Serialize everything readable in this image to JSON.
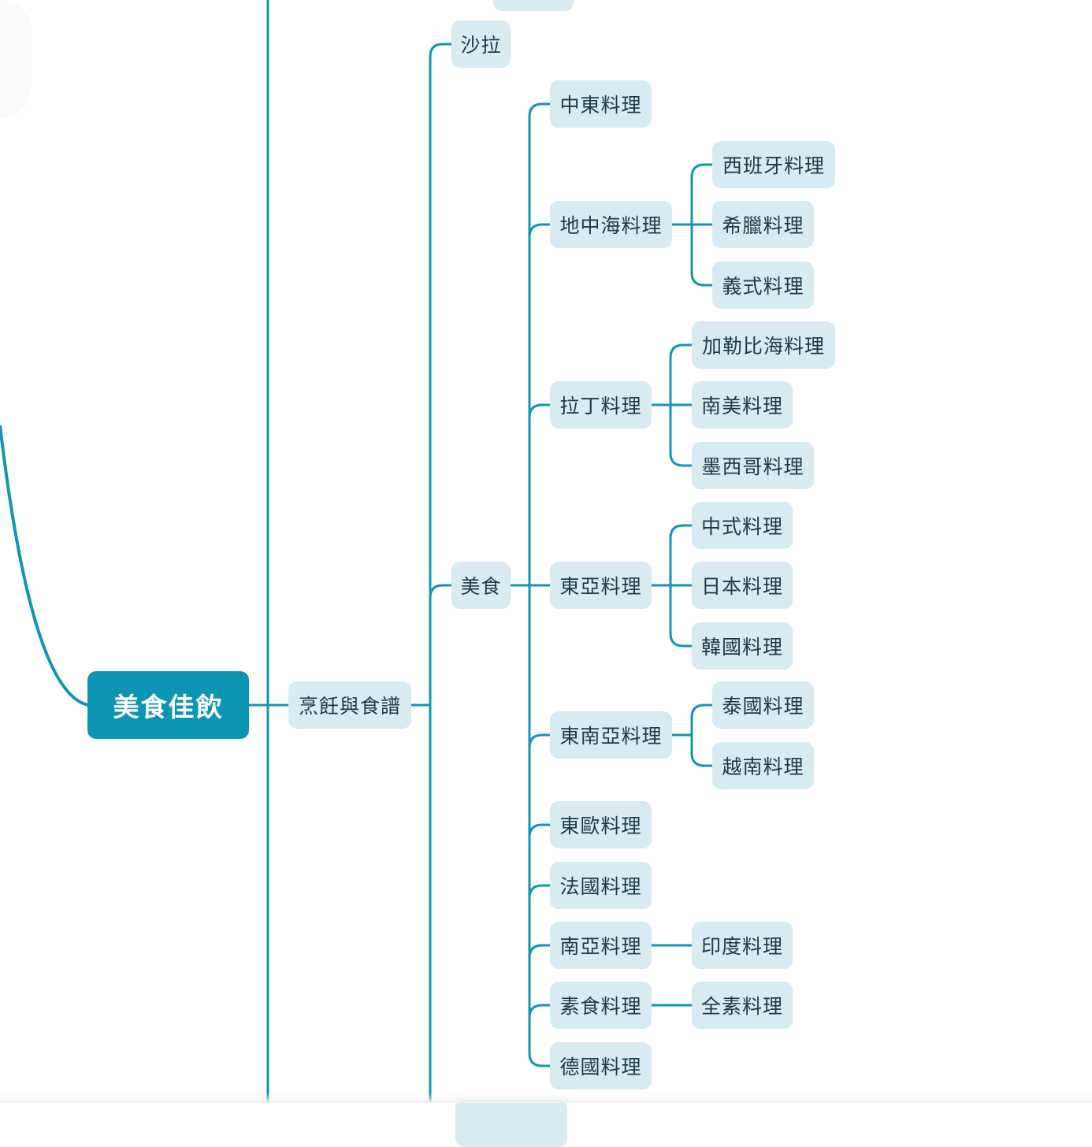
{
  "mindmap": {
    "root": "美食佳飲",
    "branch": "烹飪與食譜",
    "subtopics": {
      "salad": "沙拉",
      "cuisine": "美食"
    },
    "cuisines": {
      "middle_east": "中東料理",
      "mediterranean": "地中海料理",
      "latin": "拉丁料理",
      "east_asian": "東亞料理",
      "southeast_asian": "東南亞料理",
      "eastern_european": "東歐料理",
      "french": "法國料理",
      "south_asian": "南亞料理",
      "vegetarian": "素食料理",
      "german": "德國料理"
    },
    "sub_cuisines": {
      "spanish": "西班牙料理",
      "greek": "希臘料理",
      "italian": "義式料理",
      "caribbean": "加勒比海料理",
      "south_american": "南美料理",
      "mexican": "墨西哥料理",
      "chinese": "中式料理",
      "japanese": "日本料理",
      "korean": "韓國料理",
      "thai": "泰國料理",
      "vietnamese": "越南料理",
      "indian": "印度料理",
      "vegan": "全素料理"
    }
  },
  "colors": {
    "line": "#1494b2",
    "root_fill": "#0c95b3",
    "node_fill": "#d8eaf2",
    "node_text": "#1e3a46"
  }
}
